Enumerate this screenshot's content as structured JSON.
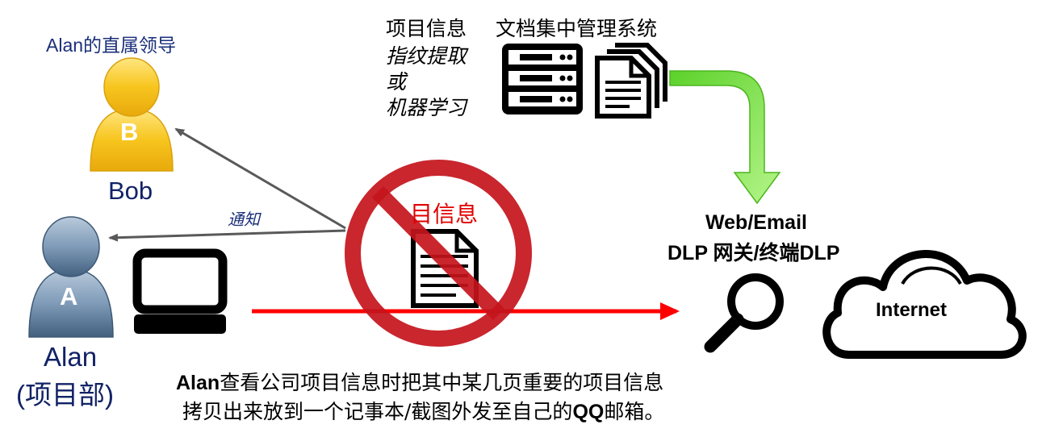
{
  "bob": {
    "role_label": "Alan的直属领导",
    "avatar_letter": "B",
    "name": "Bob"
  },
  "alan": {
    "avatar_letter": "A",
    "name": "Alan",
    "department": "(项目部)"
  },
  "notify_label": "通知",
  "project_info_stamp": "目信息",
  "doc_system": {
    "left_title": "项目信息",
    "left_lines": [
      "指纹提取",
      "或",
      "机器学习"
    ],
    "right_title": "文档集中管理系统"
  },
  "dlp": {
    "line1": "Web/Email",
    "line2": "DLP 网关/终端DLP"
  },
  "cloud_label": "Internet",
  "caption": {
    "line1_bold": "Alan",
    "line1_rest": "查看公司项目信息时把其中某几页重要的项目信息",
    "line2_pre": "拷贝出来放到一个记事本/截图外发至自己的",
    "line2_bold": "QQ",
    "line2_post": "邮箱。"
  },
  "colors": {
    "bob_avatar": "#f7c51e",
    "alan_avatar": "#6f8cab",
    "prohibit_red": "#c4141c",
    "red_arrow": "#ff0000",
    "green_arrow": "#7ddc3e",
    "role_text": "#1a2f7a",
    "name_text": "#112266"
  }
}
